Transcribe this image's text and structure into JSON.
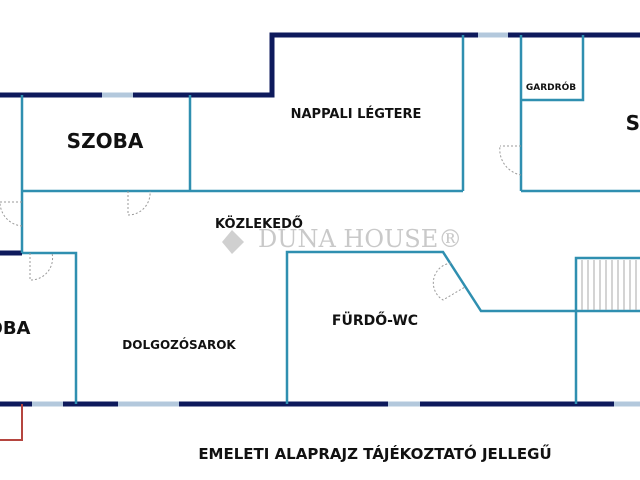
{
  "rooms": {
    "szoba_top_left": "SZOBA",
    "nappali": "NAPPALI LÉGTERE",
    "gardrob": "GARDRÓB",
    "szoba_right": "SZOBA",
    "kozlekedo": "KÖZLEKEDŐ",
    "szoba_bottom_left": "SZOBA",
    "dolgozosarok": "DOLGOZÓSAROK",
    "furdo": "FÜRDŐ-WC"
  },
  "watermark": "DUNA HOUSE®",
  "caption": "EMELETI ALAPRAJZ TÁJÉKOZTATÓ JELLEGŰ",
  "colors": {
    "exterior_wall": "#0e1a5c",
    "interior_wall": "#2f8fb0",
    "window": "#b3c8dc",
    "balcony_line": "#b5453f"
  }
}
